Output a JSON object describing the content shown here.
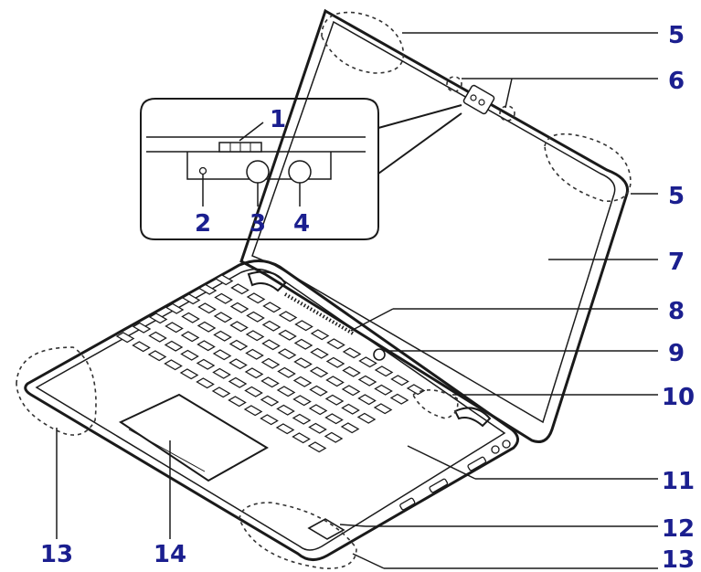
{
  "figure": {
    "callouts": {
      "c1": "1",
      "c2": "2",
      "c3": "3",
      "c4": "4",
      "c5a": "5",
      "c5b": "5",
      "c6": "6",
      "c7": "7",
      "c8": "8",
      "c9": "9",
      "c10": "10",
      "c11": "11",
      "c12": "12",
      "c13a": "13",
      "c13b": "13",
      "c14": "14"
    },
    "colors": {
      "callout": "#1b1f8f",
      "line": "#1a1a1a",
      "fill": "#ffffff"
    }
  }
}
